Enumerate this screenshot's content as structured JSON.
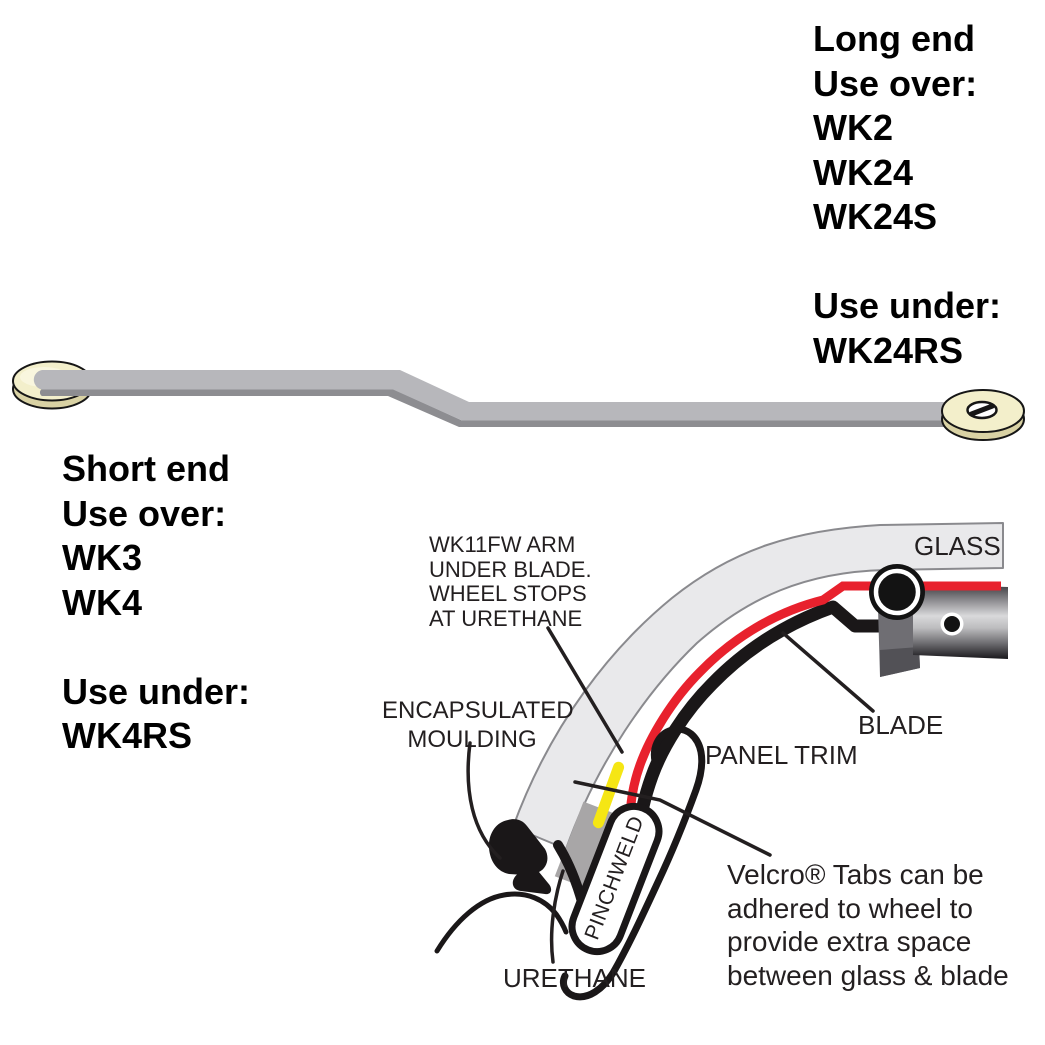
{
  "blocks": {
    "long_end": {
      "heading": "Long end",
      "use_over": "Use over:",
      "over_models": [
        "WK2",
        "WK24",
        "WK24S"
      ],
      "use_under": "Use under:",
      "under_models": [
        "WK24RS"
      ]
    },
    "short_end": {
      "heading": "Short end",
      "use_over": "Use over:",
      "over_models": [
        "WK3",
        "WK4"
      ],
      "use_under": "Use under:",
      "under_models": [
        "WK4RS"
      ]
    }
  },
  "diagram": {
    "arm_note_lines": [
      "WK11FW ARM",
      "UNDER BLADE.",
      "WHEEL STOPS",
      "AT URETHANE"
    ],
    "moulding_label_lines": [
      "ENCAPSULATED",
      "MOULDING"
    ],
    "glass_label": "GLASS",
    "blade_label": "BLADE",
    "panel_trim_label": "PANEL TRIM",
    "pinchweld_label": "PINCHWELD",
    "urethane_label": "URETHANE",
    "velcro_note_lines": [
      "Velcro® Tabs can be",
      "adhered to wheel to",
      "provide extra space",
      "between glass & blade"
    ]
  },
  "colors": {
    "arm_red": "#e8212d",
    "velcro_yellow": "#f5e614",
    "glass_fill": "#e9e9eb",
    "glass_edge": "#8a8a8e",
    "wheel_cream": "#f3efcb",
    "wheel_rim": "#d9d2a4",
    "bar_gray": "#b7b7bb",
    "bar_shadow": "#8d8d91",
    "ink": "#231f20"
  }
}
